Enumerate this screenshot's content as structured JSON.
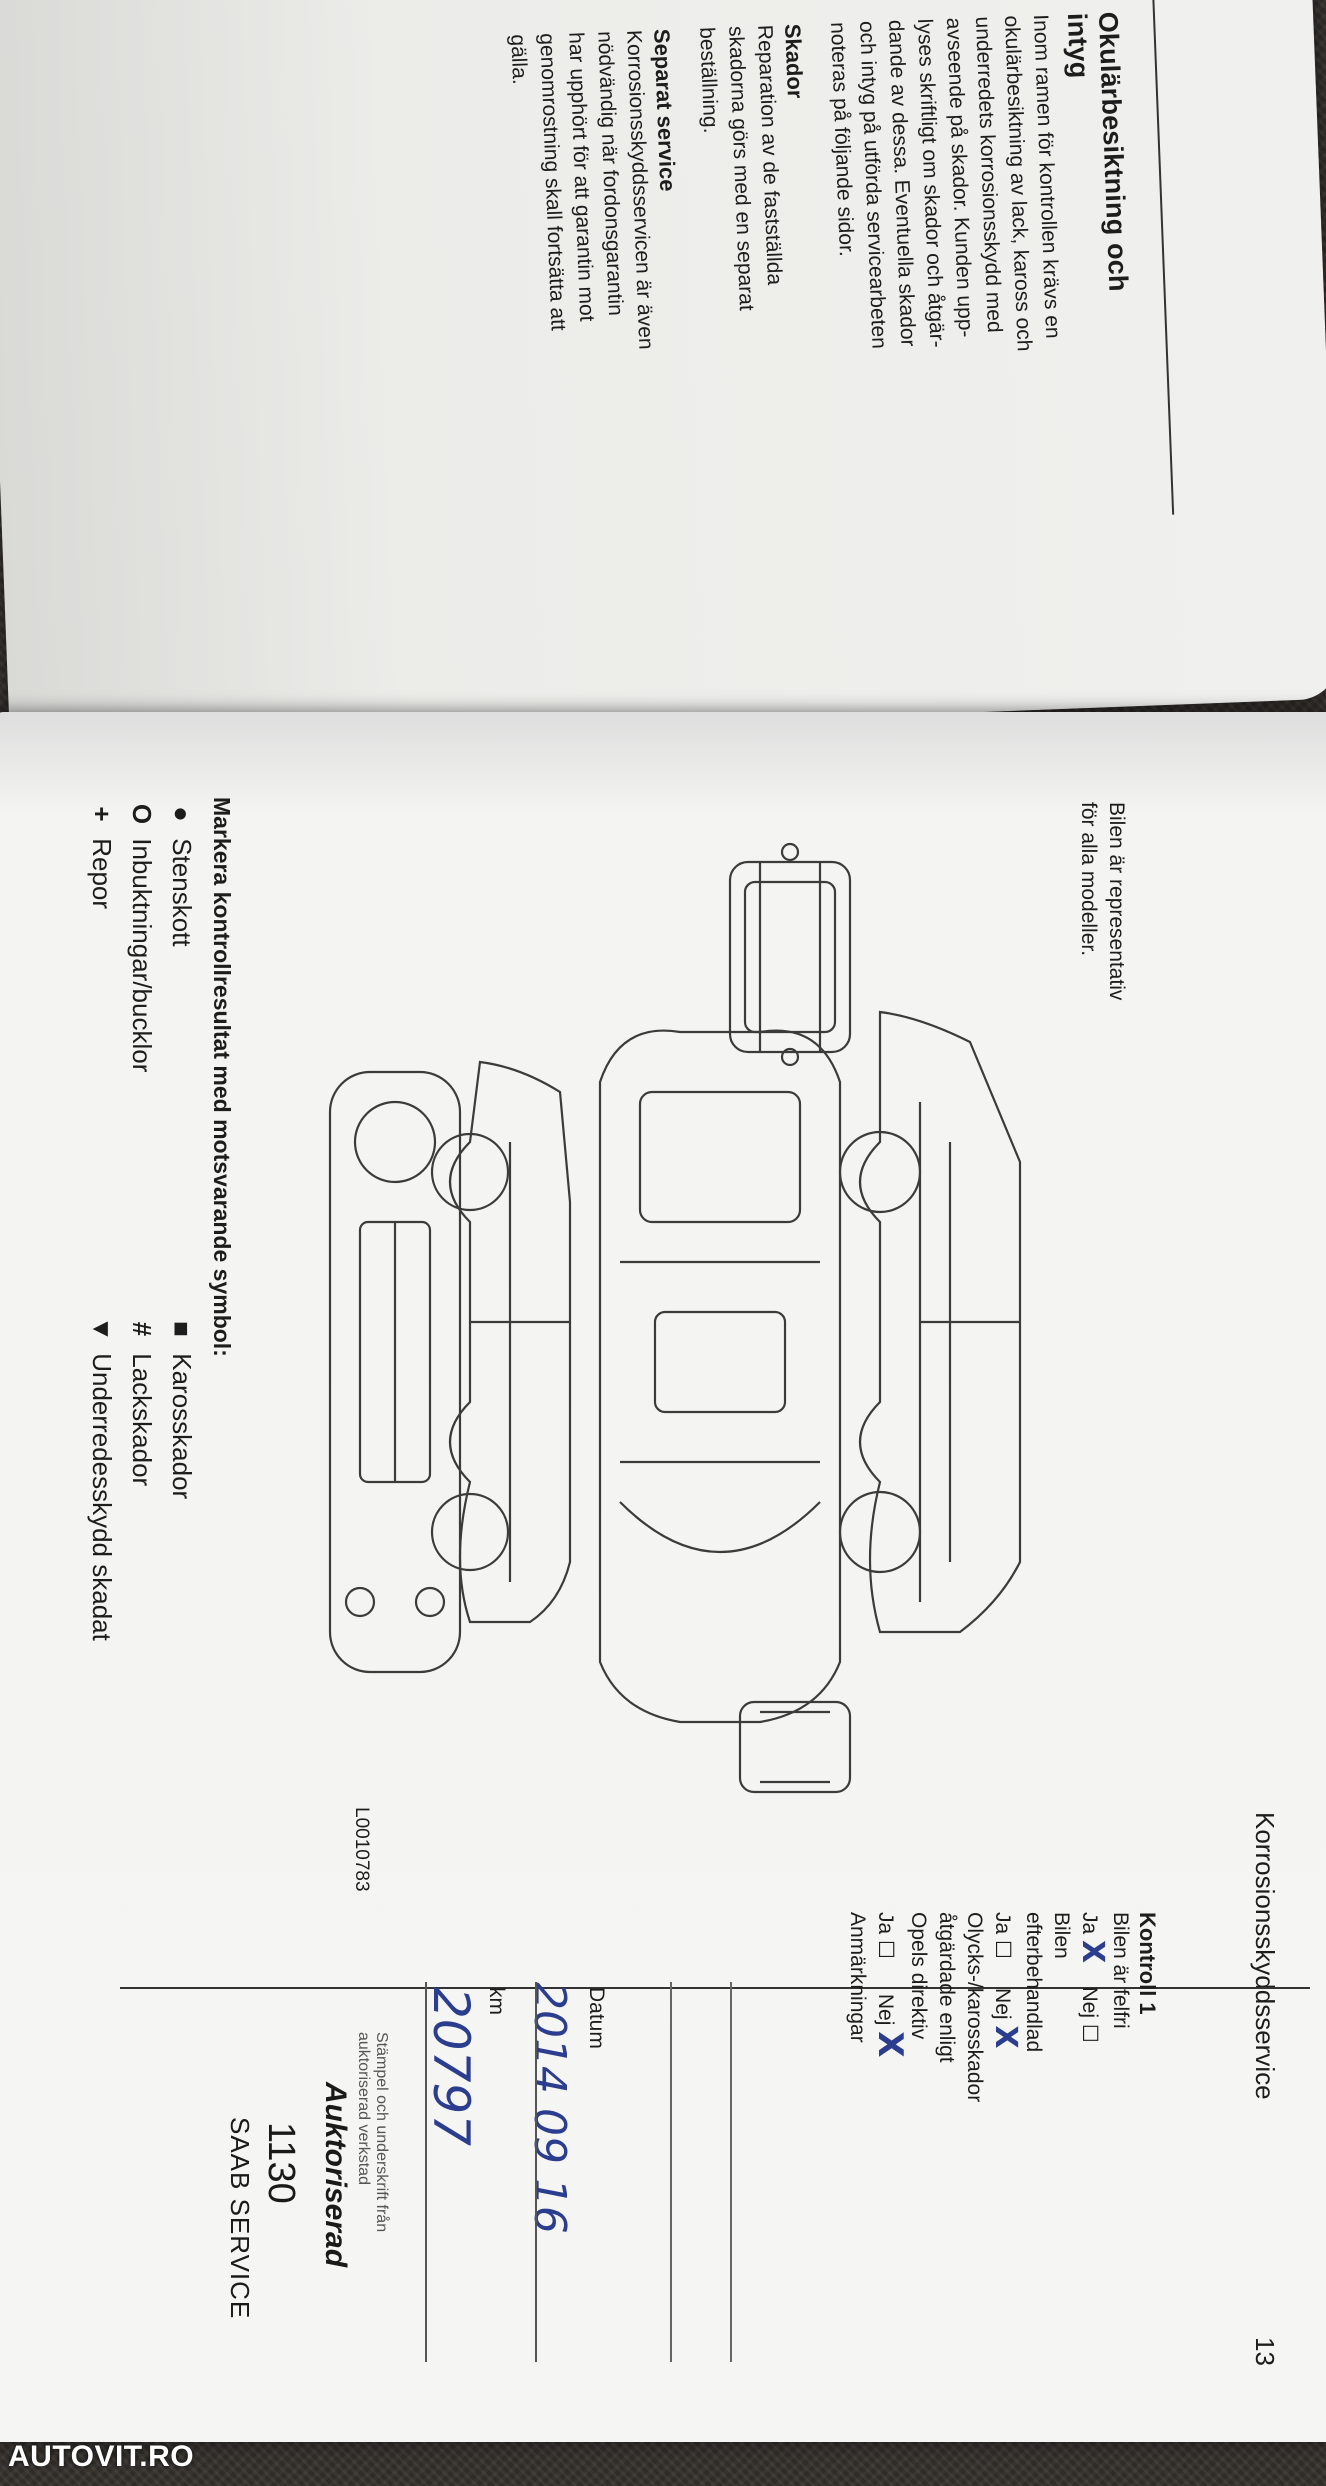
{
  "top_page": {
    "heading": "Okulärbesiktning och intyg",
    "intro_lines": [
      "Inom ramen för kontrollen krävs en",
      "okulärbesiktning av lack, kaross och",
      "underredets korrosionsskydd med",
      "avseende på skador. Kunden upp-",
      "lyses skriftligt om skador och åtgär-",
      "dande av dessa. Eventuella skador",
      "och intyg på utförda servicearbeten",
      "noteras på följande sidor."
    ],
    "skador_heading": "Skador",
    "skador_lines": [
      "Reparation av de fastställda",
      "skadorna görs med en separat",
      "beställning."
    ],
    "separat_heading": "Separat service",
    "separat_lines": [
      "Korrosionsskyddsservicen är även",
      "nödvändig när fordonsgarantin",
      "har upphört för att garantin mot",
      "genomrostning skall fortsätta att",
      "gälla."
    ]
  },
  "bottom_page": {
    "section_title": "Korrosionsskyddsservice",
    "page_number": "13",
    "representative_note": "Bilen är representativ för alla modeller.",
    "diagram_code": "L0010783",
    "legend_heading": "Markera kontrollresultat med motsvarande symbol:",
    "legend_left": [
      {
        "symbol": "●",
        "label": "Stenskott"
      },
      {
        "symbol": "O",
        "label": "Inbuktningar/bucklor"
      },
      {
        "symbol": "+",
        "label": "Repor"
      }
    ],
    "legend_right": [
      {
        "symbol": "■",
        "label": "Karosskador"
      },
      {
        "symbol": "#",
        "label": "Lackskador"
      },
      {
        "symbol": "▼",
        "label": "Underredesskydd skadat"
      }
    ],
    "form": {
      "kontroll_title": "Kontroll 1",
      "q1": "Bilen är felfri",
      "q1_ja": "Ja",
      "q1_nej": "Nej",
      "q1_box": "☐",
      "q1_mark": "X",
      "q2": "Bilen efterbehandlad",
      "q2_ja": "Ja",
      "q2_box": "☐",
      "q2_nej": "Nej",
      "q2_mark": "X",
      "q3_line1": "Olycks-/karosskador åtgärdade enligt",
      "q3_line2": "Opels direktiv",
      "q3_ja": "Ja",
      "q3_box": "☐",
      "q3_nej": "Nej",
      "q3_mark": "X",
      "remarks_label": "Anmärkningar",
      "datum_label": "Datum",
      "datum_value": "2014 09 16",
      "km_label": "km",
      "km_value": "20797",
      "stamp_caption_1": "Stämpel och underskrift från",
      "stamp_caption_2": "auktoriserad verkstad",
      "stamp_auktoriserad": "Auktoriserad",
      "stamp_number": "1130",
      "stamp_brand": "SAAB SERVICE"
    }
  },
  "watermark": "AUTOVIT.RO"
}
